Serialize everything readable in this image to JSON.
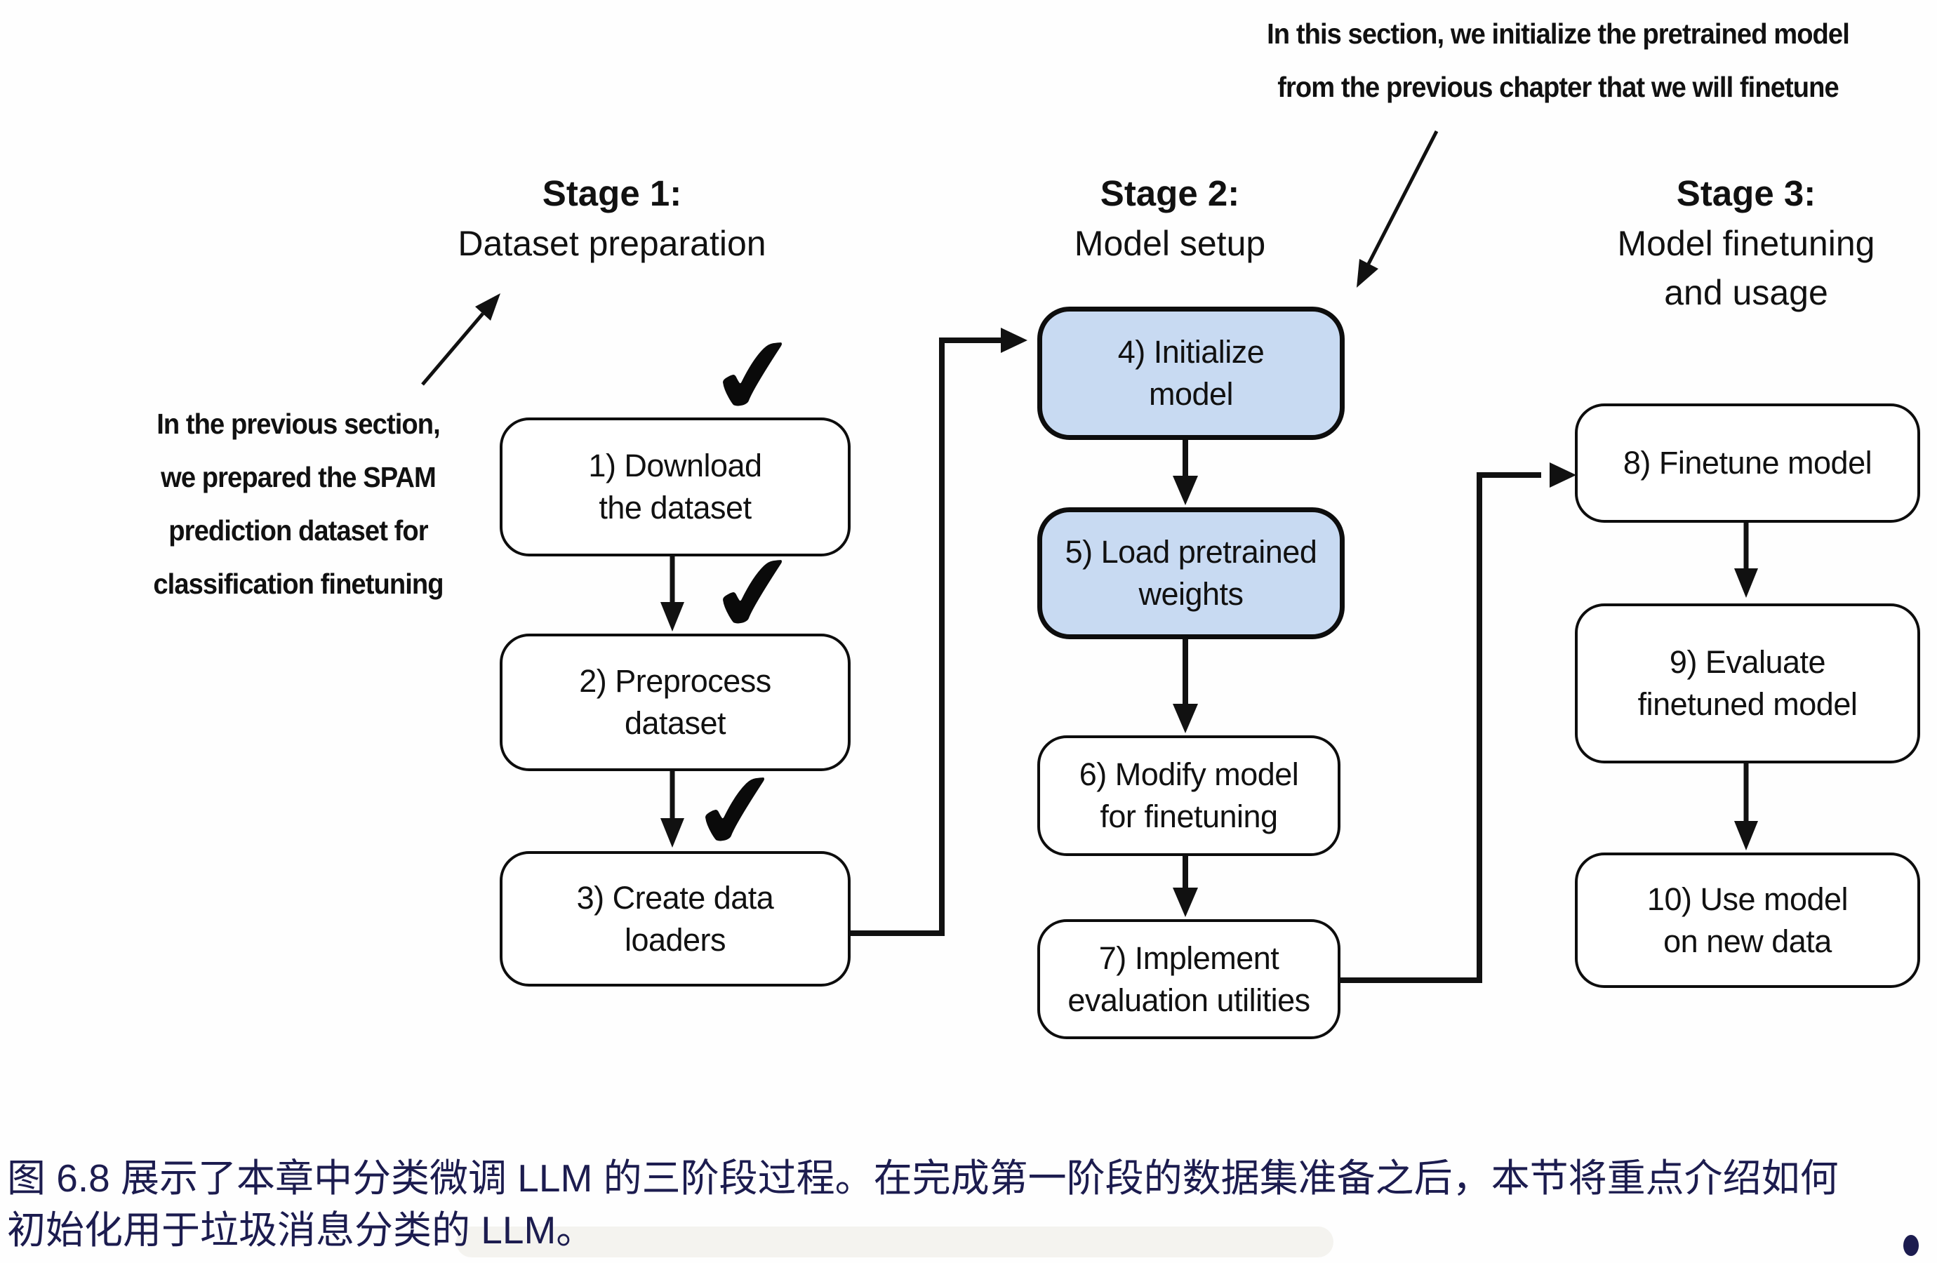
{
  "colors": {
    "box_highlight_fill": "#c8daf2",
    "box_border": "#0d0d0d",
    "connector": "#111111",
    "caption_text": "#1c1c4f",
    "background": "#fefefe"
  },
  "annotations": {
    "top_note": {
      "line1": "In this section, we initialize the pretrained model",
      "line2": "from the previous chapter that we will finetune"
    },
    "left_note": {
      "line1": "In the previous section,",
      "line2": "we prepared the SPAM",
      "line3": "prediction dataset for",
      "line4": "classification finetuning"
    }
  },
  "stages": [
    {
      "title": "Stage 1:",
      "subtitle1": "Dataset preparation"
    },
    {
      "title": "Stage 2:",
      "subtitle1": "Model setup"
    },
    {
      "title": "Stage 3:",
      "subtitle1": "Model finetuning",
      "subtitle2": "and usage"
    }
  ],
  "boxes": {
    "b1": {
      "line1": "1) Download",
      "line2": "the dataset"
    },
    "b2": {
      "line1": "2) Preprocess",
      "line2": "dataset"
    },
    "b3": {
      "line1": "3) Create data",
      "line2": "loaders"
    },
    "b4": {
      "line1": "4) Initialize",
      "line2": "model"
    },
    "b5": {
      "line1": "5) Load pretrained",
      "line2": "weights"
    },
    "b6": {
      "line1": "6) Modify model",
      "line2": "for finetuning"
    },
    "b7": {
      "line1": "7) Implement",
      "line2": "evaluation utilities"
    },
    "b8": {
      "line1": "8) Finetune model"
    },
    "b9": {
      "line1": "9) Evaluate",
      "line2": "finetuned model"
    },
    "b10": {
      "line1": "10) Use model",
      "line2": "on new data"
    }
  },
  "check_icon": "✔",
  "caption": {
    "line1": "图 6.8 展示了本章中分类微调 LLM 的三阶段过程。在完成第一阶段的数据集准备之后，本节将重点介绍如何",
    "line2": "初始化用于垃圾消息分类的 LLM。"
  }
}
